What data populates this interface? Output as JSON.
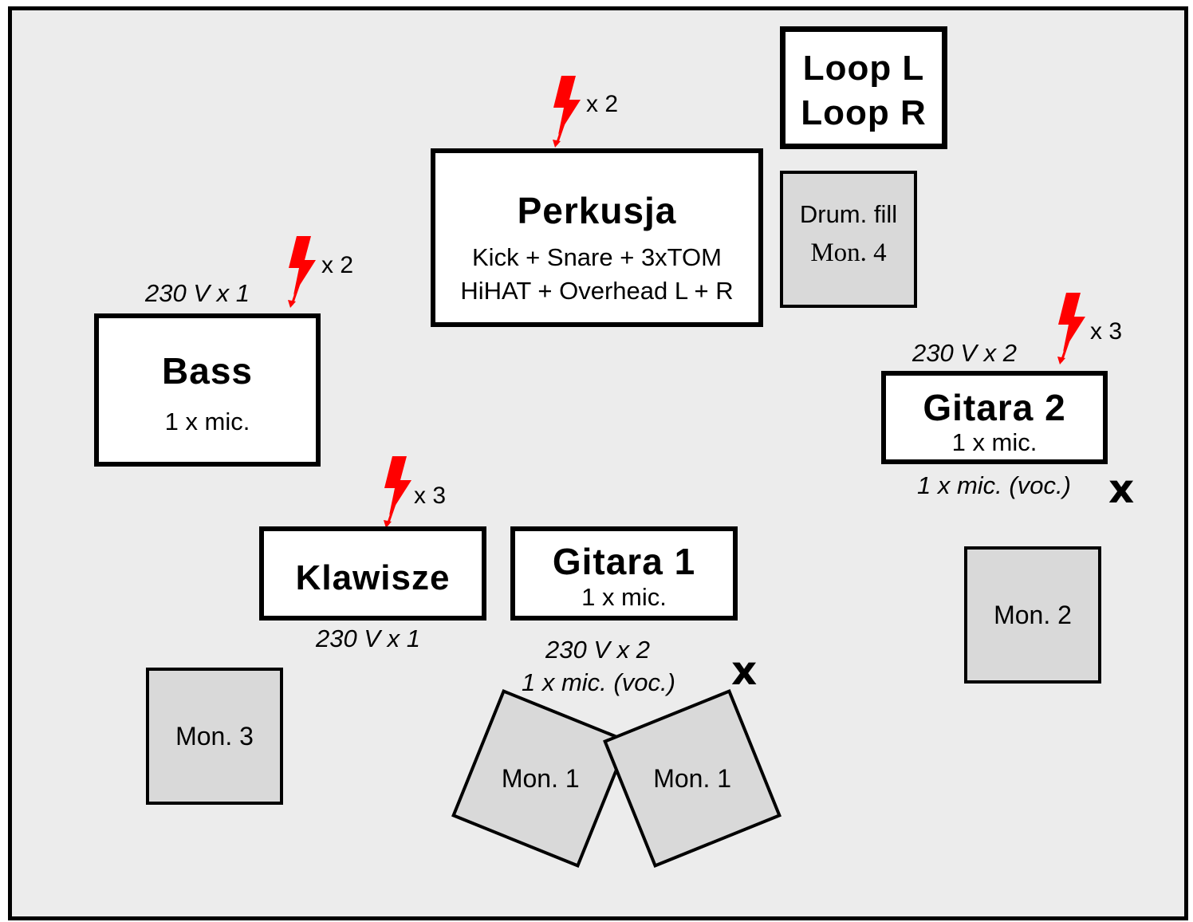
{
  "colors": {
    "background": "#ececec",
    "box": "#ffffff",
    "monitor": "#d9d9d9",
    "power": "#ff0000",
    "outline": "#000000"
  },
  "loop": {
    "line1": "Loop L",
    "line2": "Loop R"
  },
  "perkusja": {
    "title": "Perkusja",
    "line1": "Kick + Snare + 3xTOM",
    "line2": "HiHAT + Overhead L + R",
    "power_mult": "x 2"
  },
  "mon4": {
    "line1": "Drum. fill",
    "line2": "Mon. 4"
  },
  "bass": {
    "title": "Bass",
    "mic": "1 x mic.",
    "power_label": "230 V x 1",
    "power_mult": "x 2"
  },
  "gitara2": {
    "title": "Gitara 2",
    "mic": "1 x mic.",
    "power_label": "230 V x 2",
    "power_mult": "x 3",
    "vocal": "1 x mic. (voc.)",
    "vocal_mark": "x"
  },
  "klawisze": {
    "title": "Klawisze",
    "power_label": "230 V x 1",
    "power_mult": "x 3"
  },
  "gitara1": {
    "title": "Gitara 1",
    "mic": "1 x mic.",
    "power_label": "230 V x 2",
    "vocal": "1 x mic. (voc.)",
    "vocal_mark": "x"
  },
  "monitors": {
    "mon1a": "Mon. 1",
    "mon1b": "Mon. 1",
    "mon2": "Mon. 2",
    "mon3": "Mon. 3"
  },
  "icons": {
    "power": "lightning-bolt-icon"
  }
}
